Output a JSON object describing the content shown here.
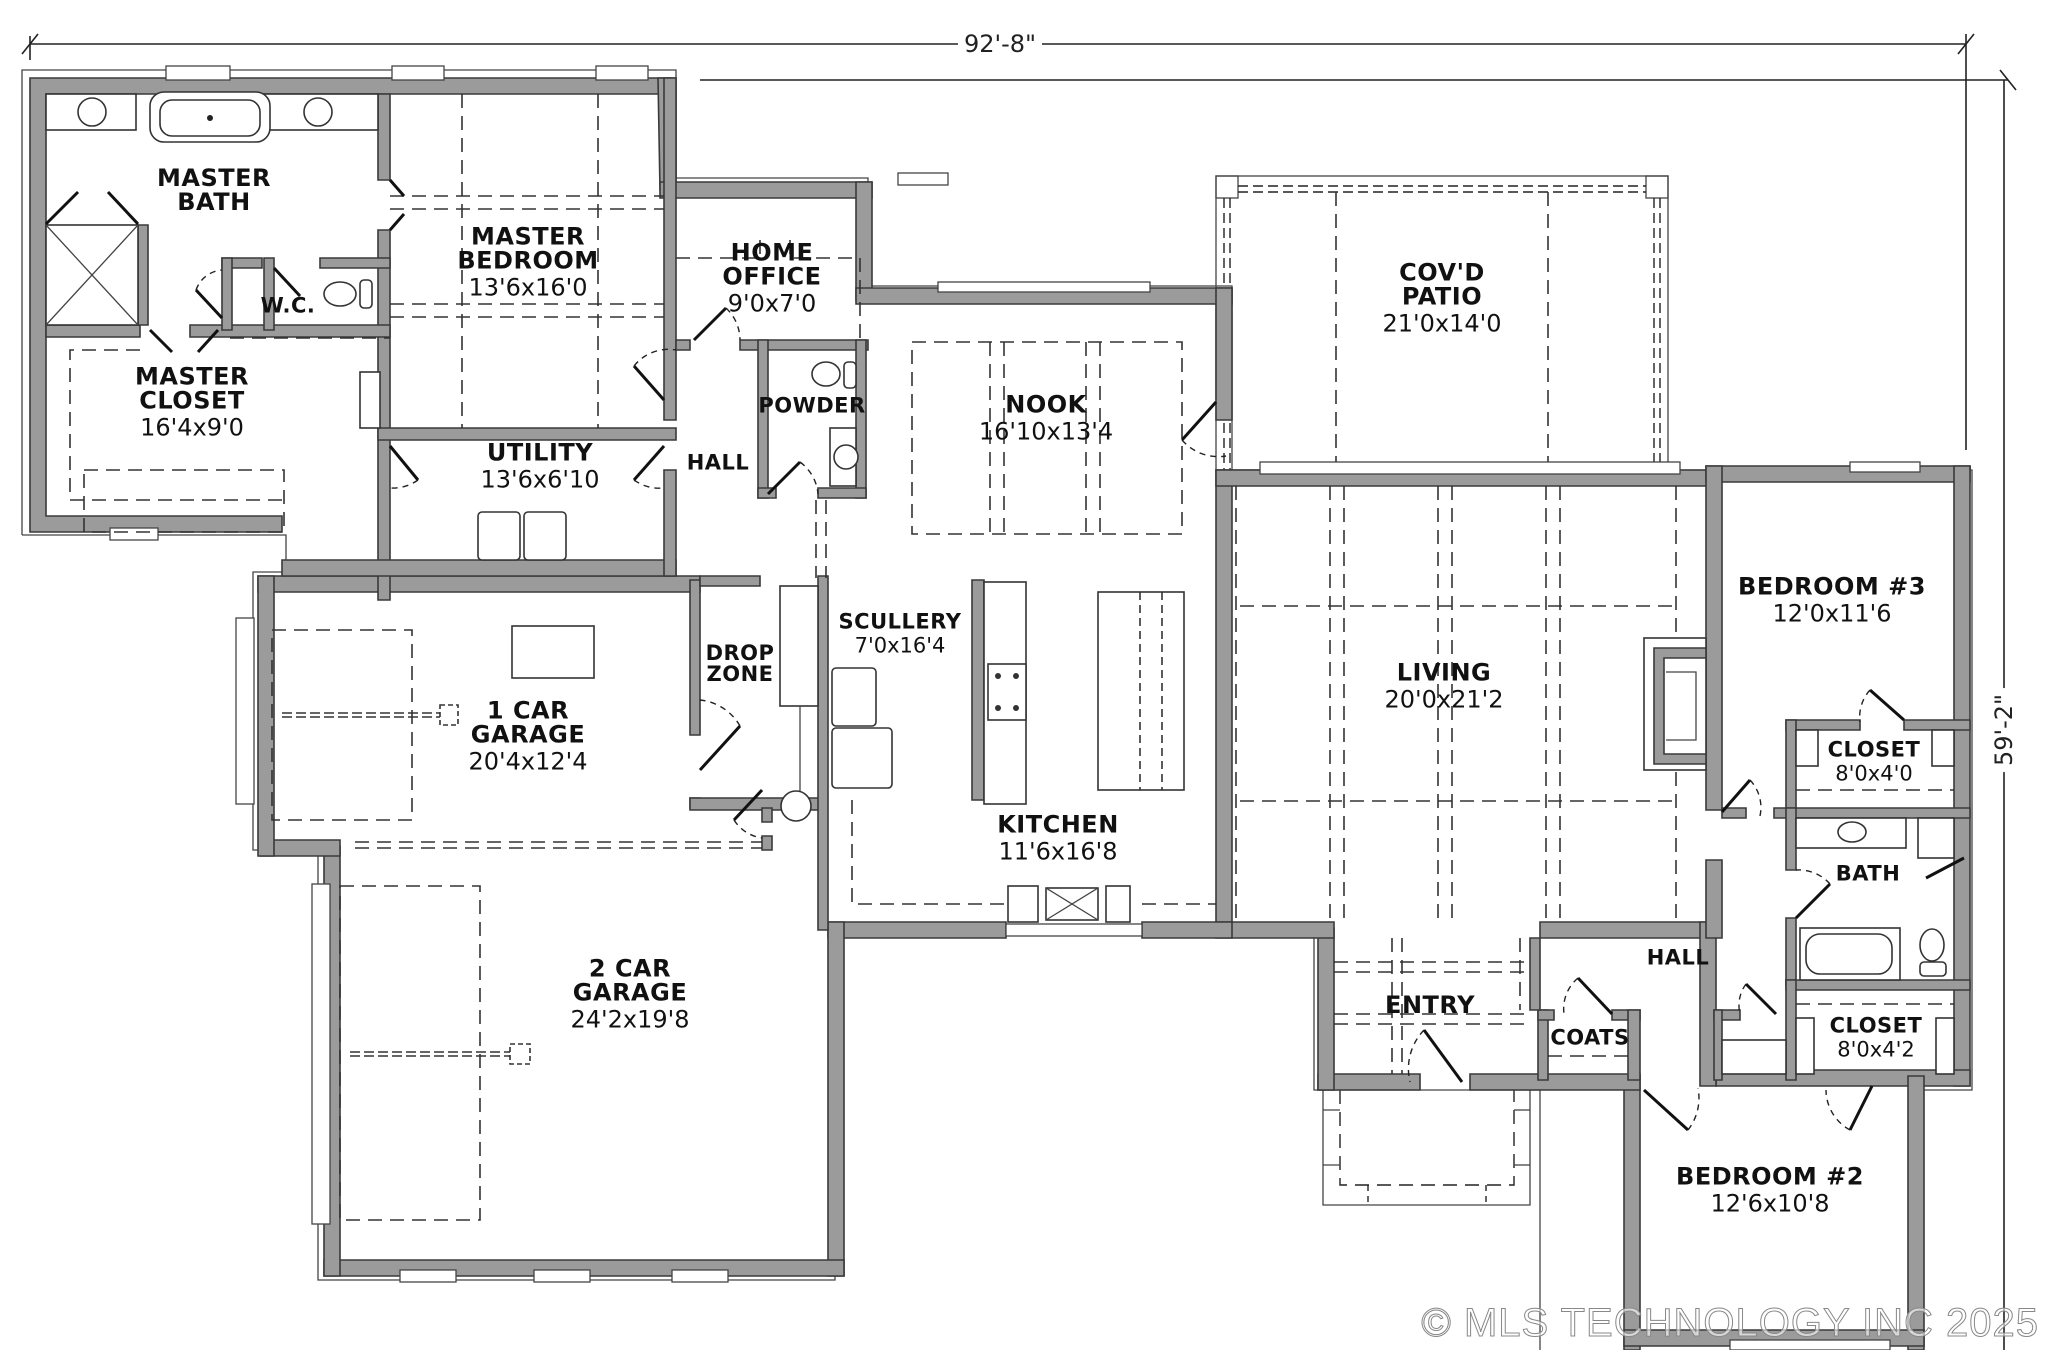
{
  "plan": {
    "overall_width": "92'-8\"",
    "overall_depth": "59'-2\"",
    "wall_color": "#9b9b9b",
    "line_color": "#3a3a3a"
  },
  "rooms": {
    "master_bath": {
      "name": "MASTER\nBATH",
      "dims": ""
    },
    "wc": {
      "name": "W.C.",
      "dims": ""
    },
    "master_bedroom": {
      "name": "MASTER\nBEDROOM",
      "dims": "13'6x16'0"
    },
    "master_closet": {
      "name": "MASTER\nCLOSET",
      "dims": "16'4x9'0"
    },
    "home_office": {
      "name": "HOME\nOFFICE",
      "dims": "9'0x7'0"
    },
    "powder": {
      "name": "POWDER",
      "dims": ""
    },
    "utility": {
      "name": "UTILITY",
      "dims": "13'6x6'10"
    },
    "hall_west": {
      "name": "HALL",
      "dims": ""
    },
    "nook": {
      "name": "NOOK",
      "dims": "16'10x13'4"
    },
    "covd_patio": {
      "name": "COV'D\nPATIO",
      "dims": "21'0x14'0"
    },
    "one_car_garage": {
      "name": "1 CAR\nGARAGE",
      "dims": "20'4x12'4"
    },
    "drop_zone": {
      "name": "DROP\nZONE",
      "dims": ""
    },
    "scullery": {
      "name": "SCULLERY",
      "dims": "7'0x16'4"
    },
    "kitchen": {
      "name": "KITCHEN",
      "dims": "11'6x16'8"
    },
    "living": {
      "name": "LIVING",
      "dims": "20'0x21'2"
    },
    "bedroom_3": {
      "name": "BEDROOM #3",
      "dims": "12'0x11'6"
    },
    "closet_b3": {
      "name": "CLOSET",
      "dims": "8'0x4'0"
    },
    "bath": {
      "name": "BATH",
      "dims": ""
    },
    "hall_east": {
      "name": "HALL",
      "dims": ""
    },
    "closet_b2": {
      "name": "CLOSET",
      "dims": "8'0x4'2"
    },
    "two_car_garage": {
      "name": "2 CAR\nGARAGE",
      "dims": "24'2x19'8"
    },
    "entry": {
      "name": "ENTRY",
      "dims": ""
    },
    "coats": {
      "name": "COATS",
      "dims": ""
    },
    "bedroom_2": {
      "name": "BEDROOM #2",
      "dims": "12'6x10'8"
    }
  },
  "watermark": "© MLS TECHNOLOGY INC 2025"
}
